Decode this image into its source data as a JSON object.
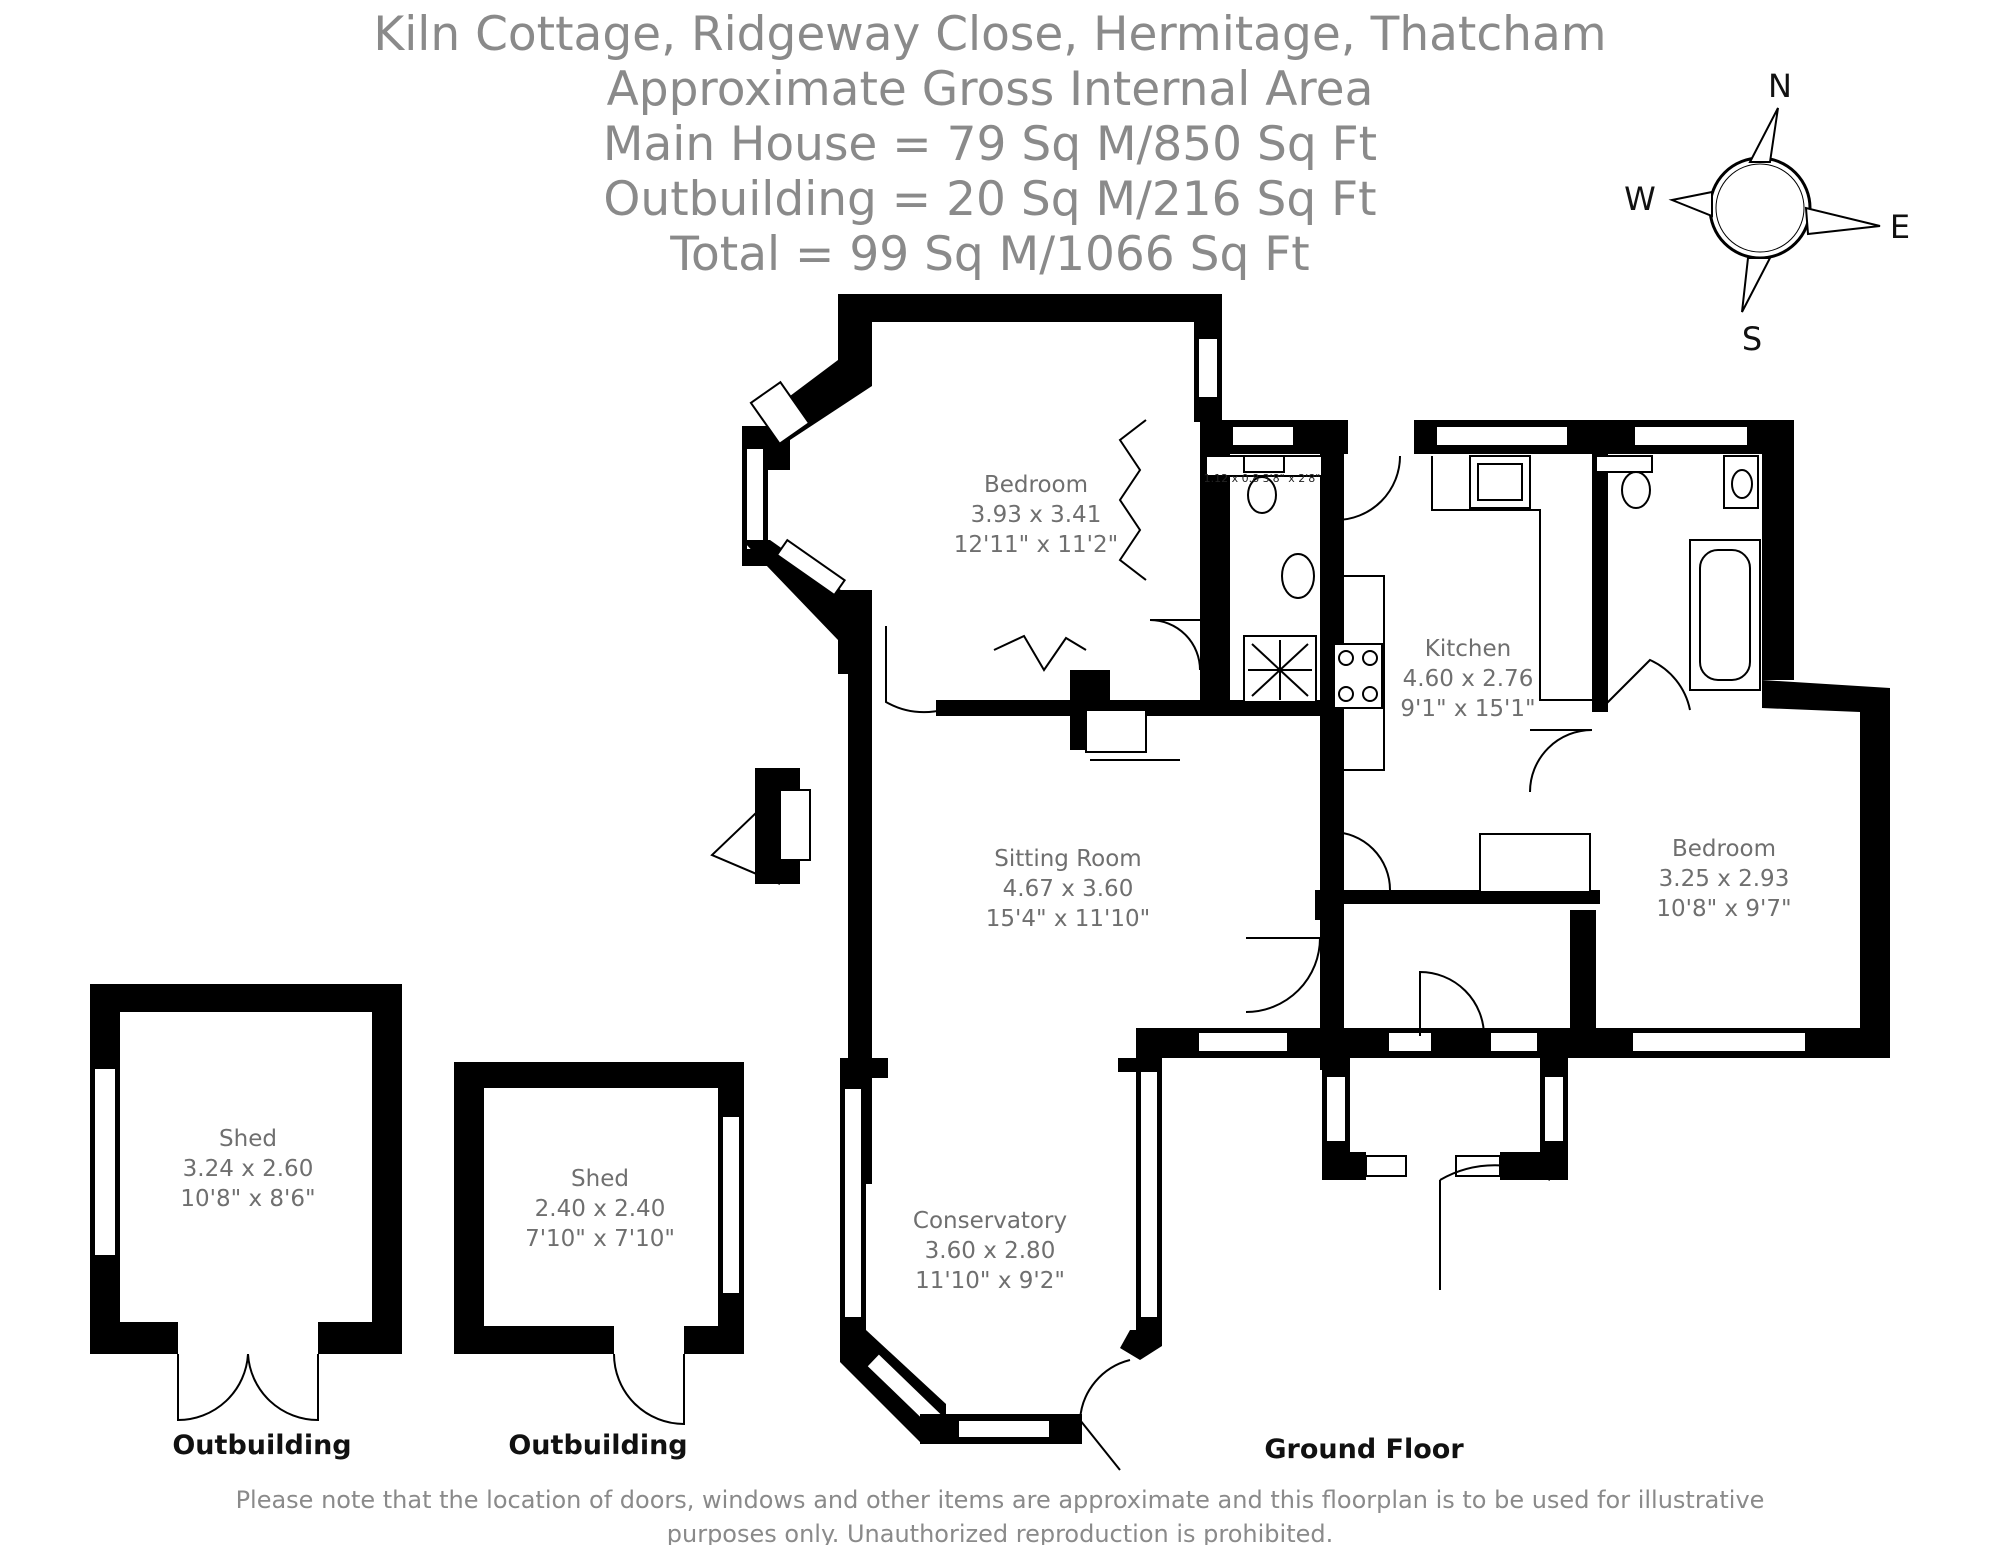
{
  "header": {
    "lines": [
      "Kiln Cottage, Ridgeway Close, Hermitage, Thatcham",
      "Approximate Gross Internal Area",
      "Main House = 79 Sq M/850 Sq Ft",
      "Outbuilding = 20 Sq M/216 Sq Ft",
      "Total = 99 Sq M/1066 Sq Ft"
    ]
  },
  "compass": {
    "n": "N",
    "e": "E",
    "s": "S",
    "w": "W"
  },
  "rooms": {
    "bedroom1": {
      "name": "Bedroom",
      "metric": "3.93 x 3.41",
      "imperial": "12'11\" x 11'2\""
    },
    "kitchen": {
      "name": "Kitchen",
      "metric": "4.60 x 2.76",
      "imperial": "9'1\" x 15'1\""
    },
    "sitting": {
      "name": "Sitting Room",
      "metric": "4.67 x 3.60",
      "imperial": "15'4\" x 11'10\""
    },
    "bedroom2": {
      "name": "Bedroom",
      "metric": "3.25 x 2.93",
      "imperial": "10'8\" x 9'7\""
    },
    "conservatory": {
      "name": "Conservatory",
      "metric": "3.60 x 2.80",
      "imperial": "11'10\" x 9'2\""
    },
    "shed1": {
      "name": "Shed",
      "metric": "3.24 x 2.60",
      "imperial": "10'8\" x 8'6\""
    },
    "shed2": {
      "name": "Shed",
      "metric": "2.40 x 2.40",
      "imperial": "7'10\" x 7'10\""
    },
    "wc_dim": "1.12 x 0.8 3'8\" x 2'8\""
  },
  "labels": {
    "outbuilding1": "Outbuilding",
    "outbuilding2": "Outbuilding",
    "ground_floor": "Ground Floor"
  },
  "footer": {
    "line1": "Please note that the location of doors, windows and other items are approximate and this floorplan is to be used for illustrative",
    "line2": "purposes only. Unauthorized reproduction is prohibited."
  }
}
